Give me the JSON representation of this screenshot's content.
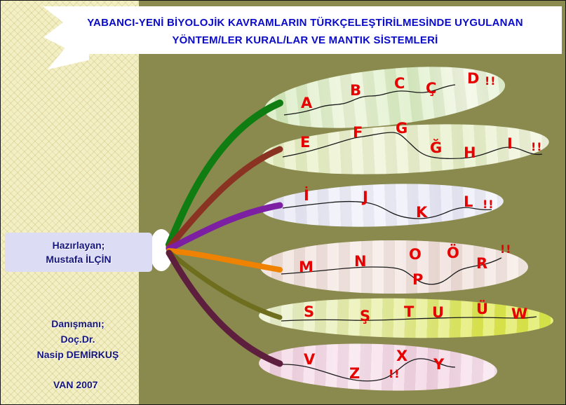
{
  "slide": {
    "title_line1": "YABANCI-YENİ BİYOLOJİK KAVRAMLARIN TÜRKÇELEŞTİRİLMESİNDE UYGULANAN",
    "title_line2": "YÖNTEM/LER KURAL/LAR VE MANTIK SİSTEMLERİ"
  },
  "sidebar": {
    "prepared_by_label": "Hazırlayan;",
    "prepared_by_name": "Mustafa İLÇİN",
    "advisor_label": "Danışmanı;",
    "advisor_title": "Doç.Dr.",
    "advisor_name": "Nasip DEMİRKUŞ",
    "place_year": "VAN  2007"
  },
  "colors": {
    "background": "#8a8a4f",
    "side_panel": "#f3efc5",
    "title_text": "#0a0acb",
    "letter_red": "#e60000",
    "branches": [
      "#0f7d12",
      "#8b3323",
      "#7d1fa2",
      "#ef8200",
      "#6e6e1e",
      "#5e1f3e"
    ],
    "leaves": [
      "#d5e9bc",
      "#e7efc7",
      "#e7e7f6",
      "#efdcd7",
      "#dde94f",
      "#f2cfe1"
    ]
  },
  "branches": [
    {
      "letters": [
        "A",
        "B",
        "C",
        "Ç",
        "D",
        "!!"
      ]
    },
    {
      "letters": [
        "E",
        "F",
        "G",
        "Ğ",
        "H",
        "I",
        "!!"
      ]
    },
    {
      "letters": [
        "İ",
        "J",
        "K",
        "L",
        "!!"
      ]
    },
    {
      "letters": [
        "M",
        "N",
        "O",
        "P",
        "Ö",
        "R",
        "!!"
      ]
    },
    {
      "letters": [
        "S",
        "Ş",
        "T",
        "U",
        "Ü",
        "W"
      ]
    },
    {
      "letters": [
        "V",
        "Z",
        "!!",
        "X",
        "Y"
      ]
    }
  ]
}
